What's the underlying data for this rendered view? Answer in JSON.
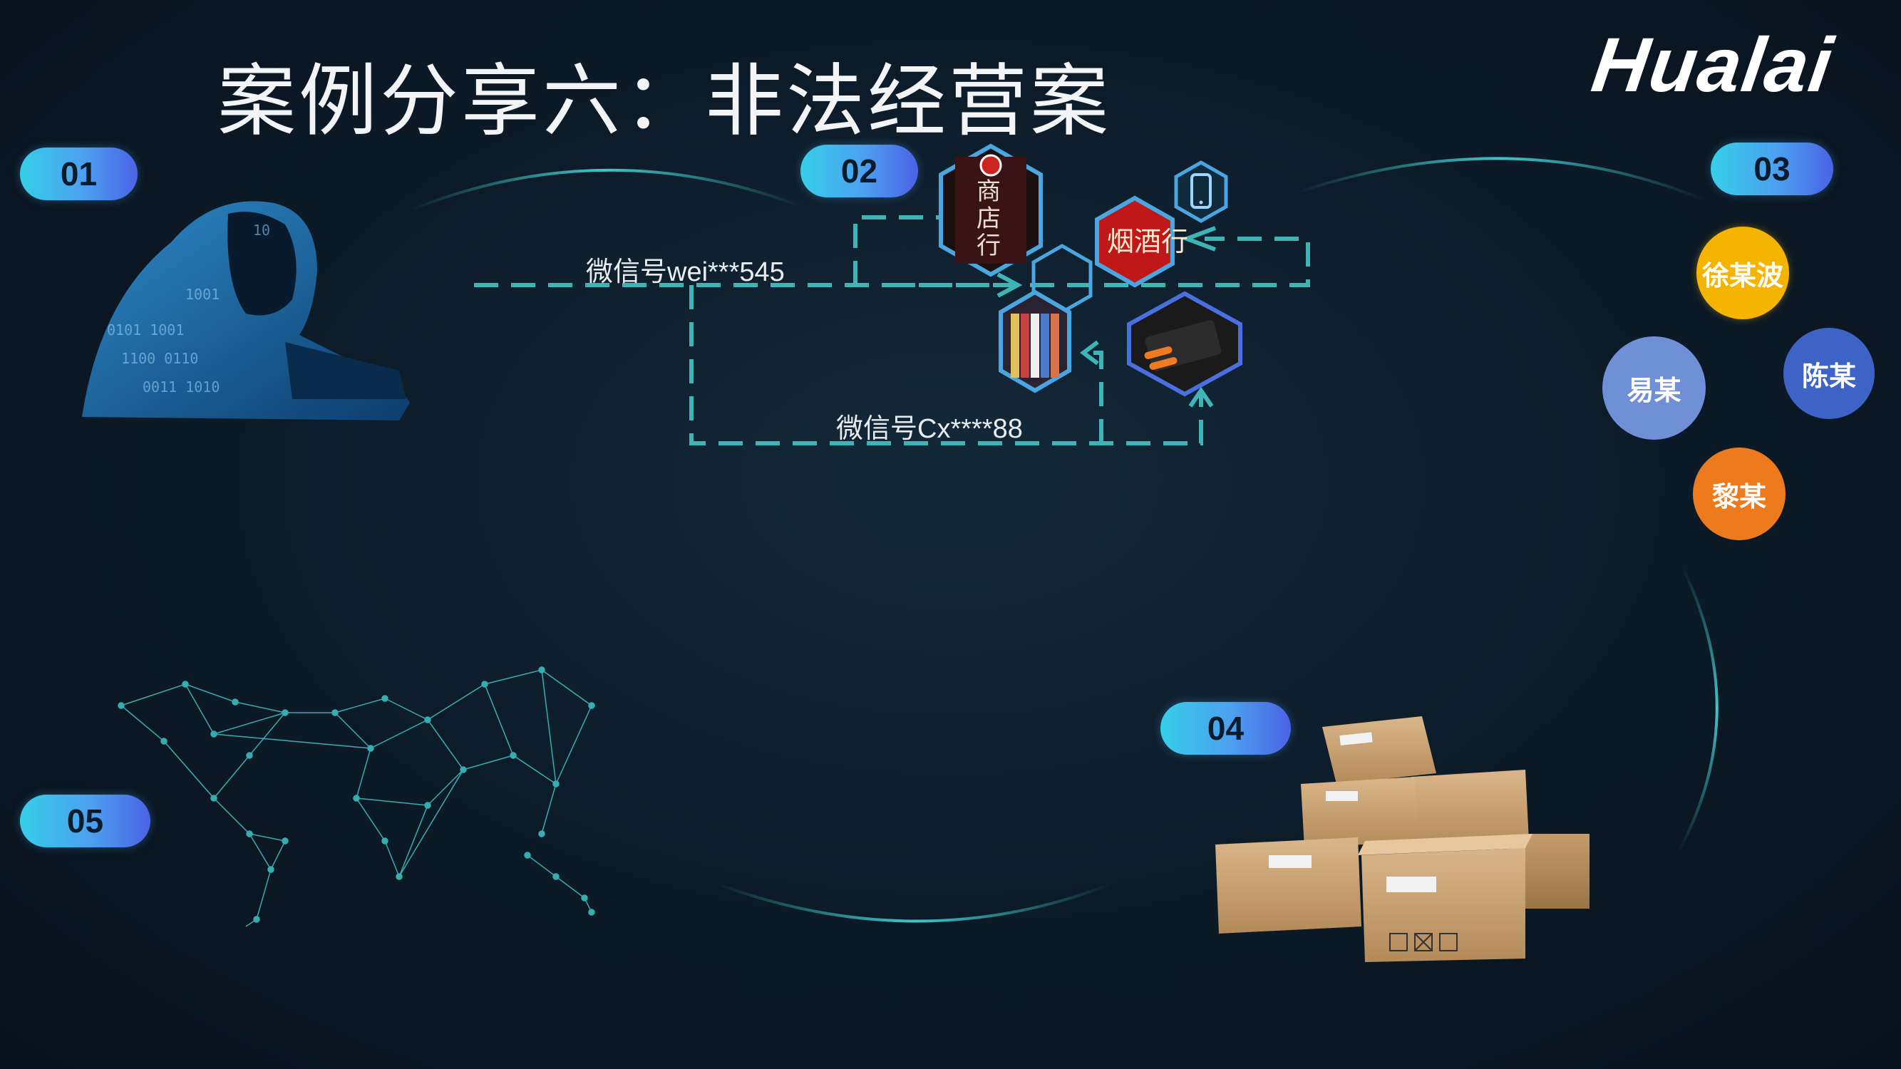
{
  "title": "案例分享六：非法经营案",
  "logo": "Hualai",
  "steps": [
    "01",
    "02",
    "03",
    "04",
    "05"
  ],
  "flow_labels": {
    "wechat_1": "微信号wei***545",
    "wechat_2": "微信号Cx****88"
  },
  "people": [
    "徐某波",
    "易某",
    "陈某",
    "黎某"
  ],
  "colors": {
    "accent": "#3fb4b4",
    "pill_start": "#36cfe8",
    "pill_end": "#4b62e6",
    "person_1": "#f5b400",
    "person_2": "#6f8fd6",
    "person_3": "#3e63c6",
    "person_4": "#ee7a1e"
  },
  "icons": [
    "hacker-icon",
    "shop-sign-icon",
    "liquor-store-icon",
    "phone-icon",
    "cigarette-shelf-icon",
    "cigarette-pack-icon",
    "boxes-icon",
    "world-network-icon"
  ]
}
